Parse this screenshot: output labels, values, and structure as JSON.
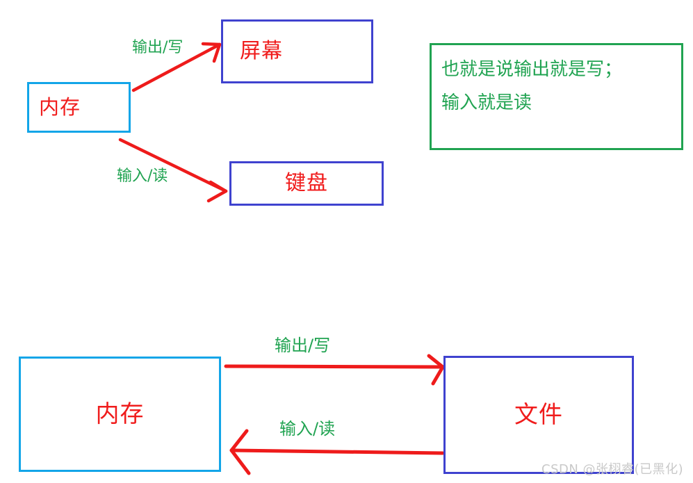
{
  "diagram": {
    "title": "IO direction diagram",
    "colors": {
      "memory_border": "#12a5e8",
      "device_border": "#3f42cf",
      "note_border": "#20a351",
      "node_text": "#f01c1c",
      "edge_label": "#20a351",
      "arrow": "#ee1b1b",
      "watermark": "#c9c9c9",
      "background": "#ffffff"
    },
    "top_group": {
      "memory": {
        "label": "内存"
      },
      "screen": {
        "label": "屏幕"
      },
      "keyboard": {
        "label": "键盘"
      },
      "edges": [
        {
          "from": "内存",
          "to": "屏幕",
          "label": "输出/写",
          "direction": "memory-to-screen"
        },
        {
          "from": "内存",
          "to": "键盘",
          "label": "输入/读",
          "direction": "memory-to-keyboard"
        }
      ]
    },
    "note": {
      "lines": [
        "也就是说输出就是写；",
        "输入就是读"
      ]
    },
    "bottom_group": {
      "memory": {
        "label": "内存"
      },
      "file": {
        "label": "文件"
      },
      "edges": [
        {
          "from": "内存",
          "to": "文件",
          "label": "输出/写",
          "direction": "right"
        },
        {
          "from": "文件",
          "to": "内存",
          "label": "输入/读",
          "direction": "left"
        }
      ]
    },
    "watermark": "CSDN @张栩睿(已黑化)"
  }
}
